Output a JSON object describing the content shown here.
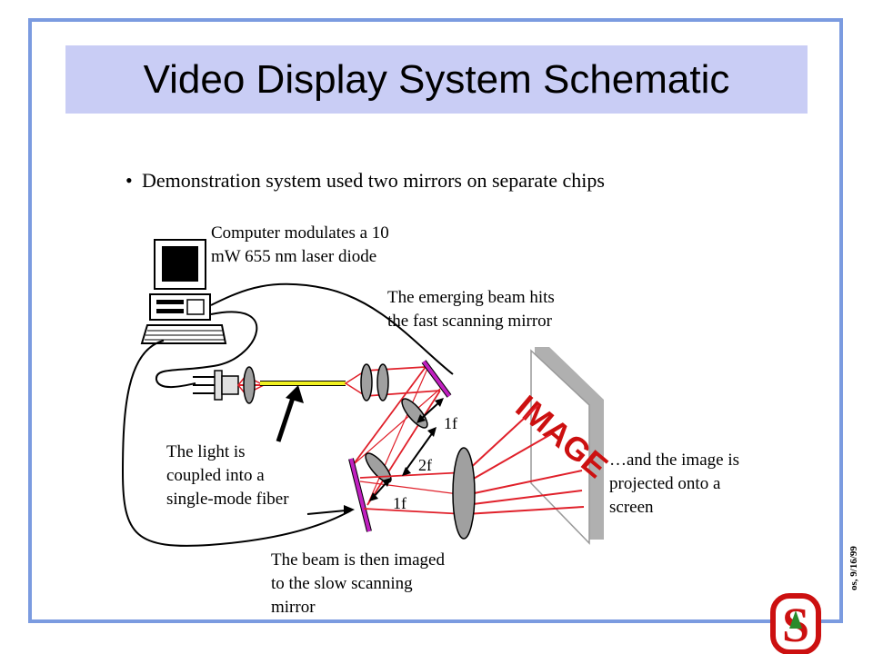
{
  "slide": {
    "title": "Video Display System Schematic",
    "bullet": "Demonstration system used two mirrors on separate chips",
    "side_note": "os, 9/16/99"
  },
  "labels": {
    "computer_line1": "Computer modulates a 10",
    "computer_line2": "mW 655 nm laser diode",
    "emerging_line1": "The emerging beam hits",
    "emerging_line2": "the fast scanning mirror",
    "light_line1": "The light is",
    "light_line2": "coupled into a",
    "light_line3": "single-mode fiber",
    "image_line1": "…and the image is",
    "image_line2": "projected onto a",
    "image_line3": "screen",
    "beam_line1": "The beam is then imaged",
    "beam_line2": "to the slow scanning",
    "beam_line3": "mirror",
    "dist_1f_top": "1f",
    "dist_2f": "2f",
    "dist_1f_bottom": "1f",
    "screen_text": "IMAGE",
    "logo_letter": "S"
  },
  "colors": {
    "frame": "#7b9be0",
    "title_bar": "#c9cdf5",
    "beam": "#e0202a",
    "mirror": "#c020c0",
    "fiber": "#f0f020",
    "lens": "#a0a0a0",
    "logo": "#cc1010"
  },
  "icons": {
    "computer": "computer-icon",
    "laser": "laser-diode-icon",
    "logo": "stanford-s-logo"
  }
}
